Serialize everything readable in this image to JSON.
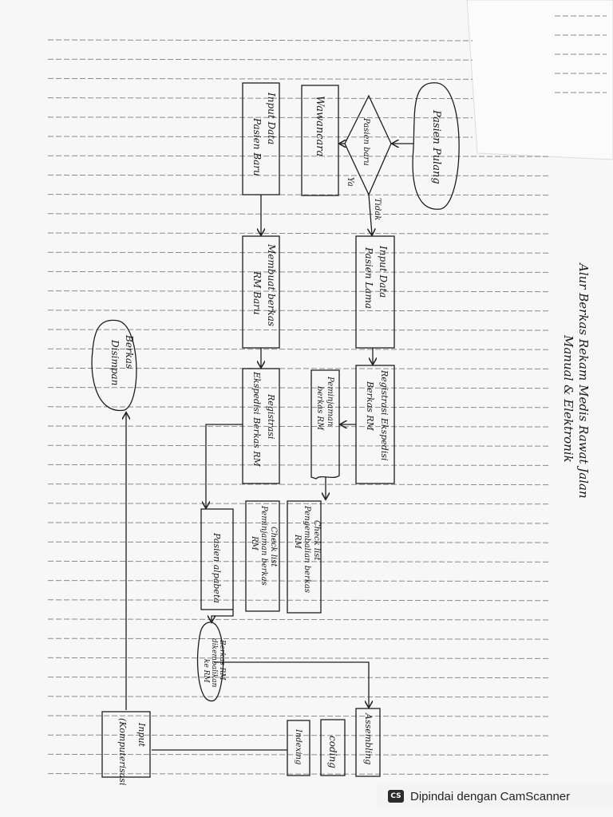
{
  "title": [
    "Alur Berkas Rekam Medis Rawat Jalan",
    "Manual & Elektronik"
  ],
  "nodes": {
    "pasien_pulang": "Pasien Pulang",
    "pasien_baru": "Pasien baru",
    "ya": "Ya",
    "tidak": "Tidak",
    "wawancara": "Wawancara",
    "input_baru": [
      "Input Data",
      "Pasien Baru"
    ],
    "input_lama": [
      "Input Data",
      "Pasien Lama"
    ],
    "membuat_berkas": [
      "Membuat berkas",
      "RM Baru"
    ],
    "registrasi_lama": [
      "Registrasi Ekspedisi",
      "Berkas RM"
    ],
    "registrasi_baru": [
      "Registrasi",
      "Ekspedisi Berkas RM"
    ],
    "peminjaman": [
      "Peminjaman",
      "berkas RM"
    ],
    "checklist_pengembalian": [
      "Check list",
      "Pengembalian berkas",
      "RM"
    ],
    "checklist_peminjaman": [
      "Check list",
      "Peminjaman berkas",
      "RM"
    ],
    "pasien_alpabeta": "Pasien alpabeta",
    "berkas_dikembalikan": [
      "Berkas RM",
      "dikembalikan",
      "ke RM"
    ],
    "berkas_disimpan": [
      "Berkas",
      "Disimpan"
    ],
    "assembling": "Assembling",
    "coding": "coding",
    "indexing": "Indexing",
    "input_komputer": [
      "Input",
      "(Komputerisasi"
    ]
  },
  "footer": {
    "logo": "CS",
    "text": "Dipindai dengan CamScanner"
  }
}
